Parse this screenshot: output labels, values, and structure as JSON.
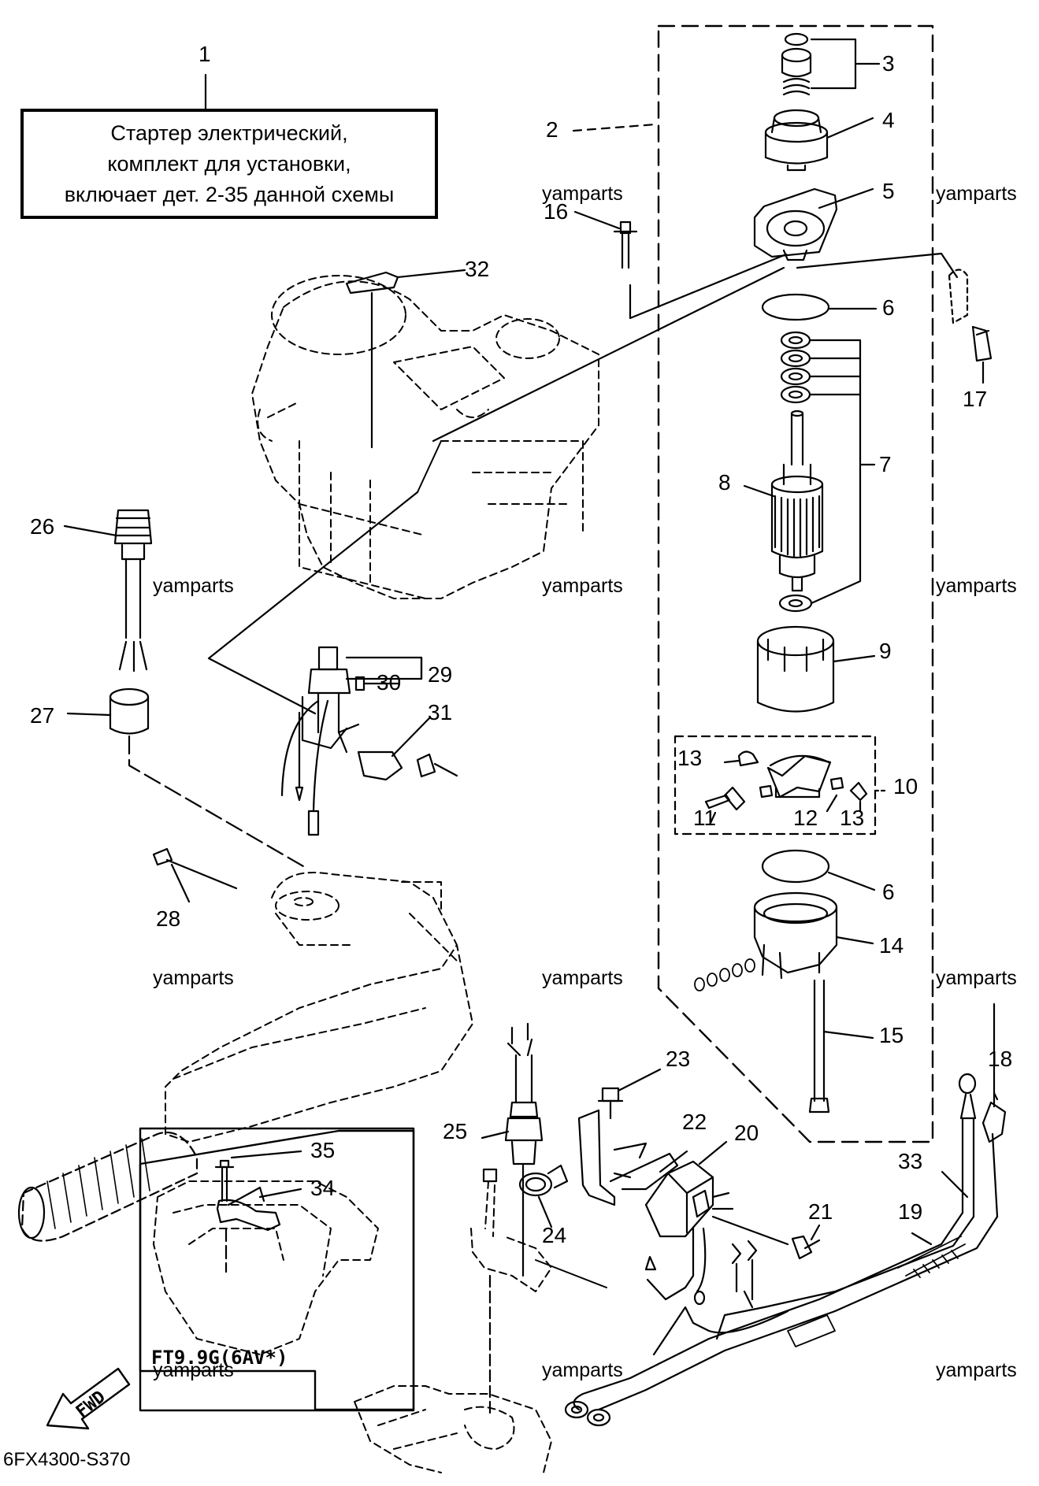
{
  "info_box": {
    "line1": "Стартер электрический,",
    "line2": "комплект для установки,",
    "line3": "включает дет. 2-35 данной схемы"
  },
  "watermark": "yamparts",
  "diagram_code": "6FX4300-S370",
  "inset_model": "FT9.9G(6AV*)",
  "fwd": "FWD",
  "parts": {
    "p1": "1",
    "p2": "2",
    "p3": "3",
    "p4": "4",
    "p5": "5",
    "p6a": "6",
    "p6b": "6",
    "p7": "7",
    "p8": "8",
    "p9": "9",
    "p10": "10",
    "p11": "11",
    "p12": "12",
    "p13a": "13",
    "p13b": "13",
    "p14": "14",
    "p15": "15",
    "p16": "16",
    "p17": "17",
    "p18": "18",
    "p19": "19",
    "p20": "20",
    "p21": "21",
    "p22": "22",
    "p23": "23",
    "p24": "24",
    "p25": "25",
    "p26": "26",
    "p27": "27",
    "p28": "28",
    "p29": "29",
    "p30": "30",
    "p31": "31",
    "p32": "32",
    "p33": "33",
    "p34": "34",
    "p35": "35"
  }
}
